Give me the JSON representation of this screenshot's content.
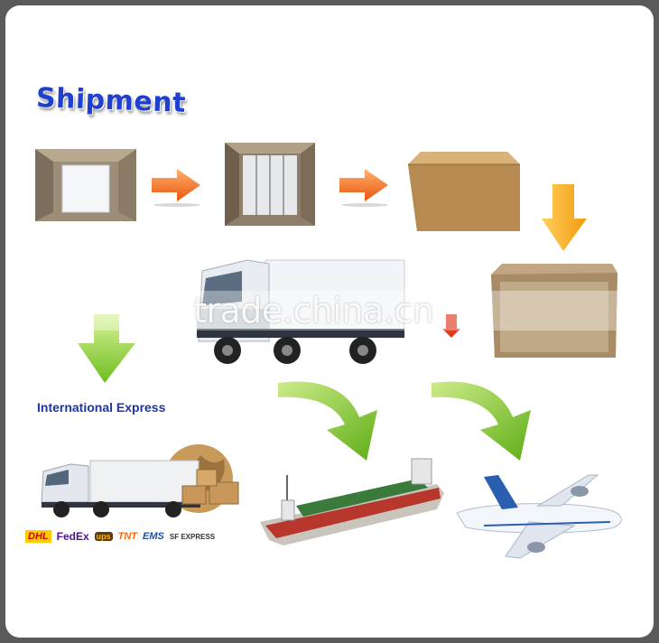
{
  "title": "Shipment",
  "section_label": "International Express",
  "watermark": "trade.china.cn",
  "carriers": [
    "DHL",
    "FedEx",
    "ups",
    "TNT",
    "EMS",
    "SF EXPRESS"
  ],
  "colors": {
    "title": "#1f3fd0",
    "arrow_orange": "#f47b20",
    "arrow_green": "#7cc623",
    "label": "#1c36a8"
  }
}
